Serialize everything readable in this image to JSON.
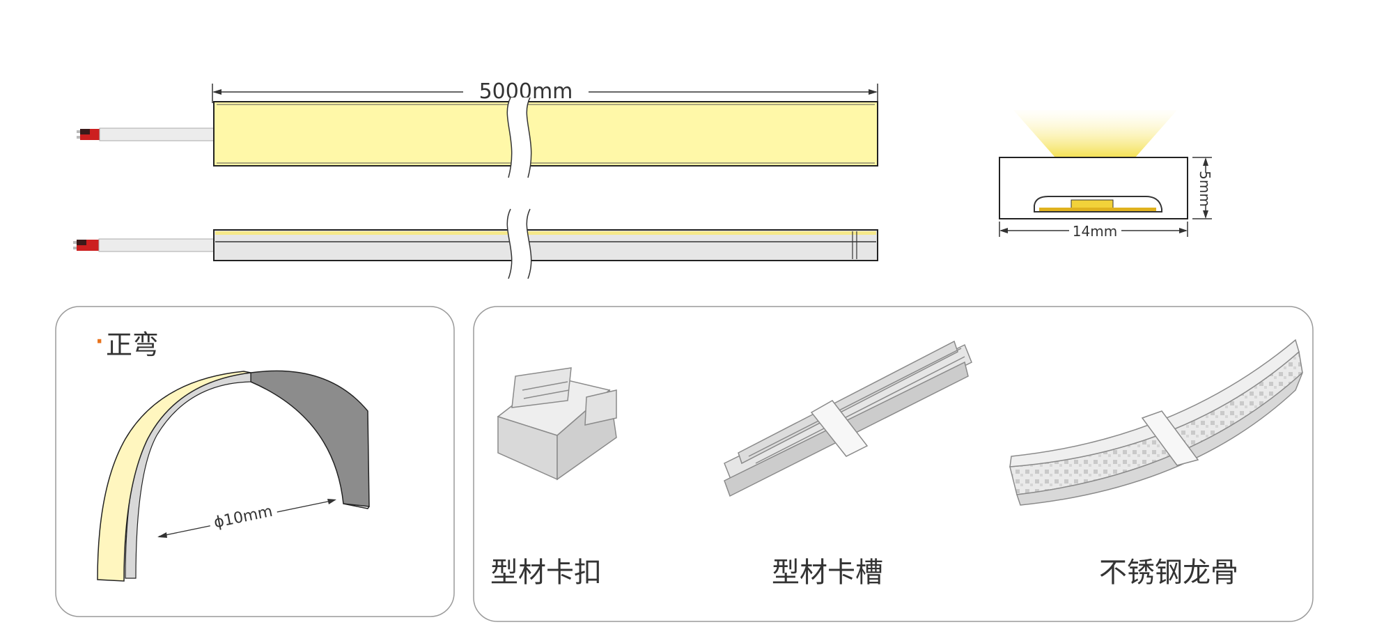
{
  "top": {
    "length_label": "5000mm",
    "section_width_label": "14mm",
    "section_height_label": "5mm"
  },
  "bend_panel": {
    "bullet": "·",
    "title": "正弯",
    "diameter_label": "ϕ10mm"
  },
  "accessories": [
    {
      "label": "型材卡扣",
      "icon": "profile-clip-icon"
    },
    {
      "label": "型材卡槽",
      "icon": "profile-channel-icon"
    },
    {
      "label": "不锈钢龙骨",
      "icon": "stainless-steel-keel-icon"
    }
  ],
  "colors": {
    "light_strip": "#fff8a8",
    "led_chip": "#f2d23a",
    "wire_red": "#cc1f1f",
    "bullet": "#e8731c",
    "panel_border": "#9a9a9a"
  }
}
